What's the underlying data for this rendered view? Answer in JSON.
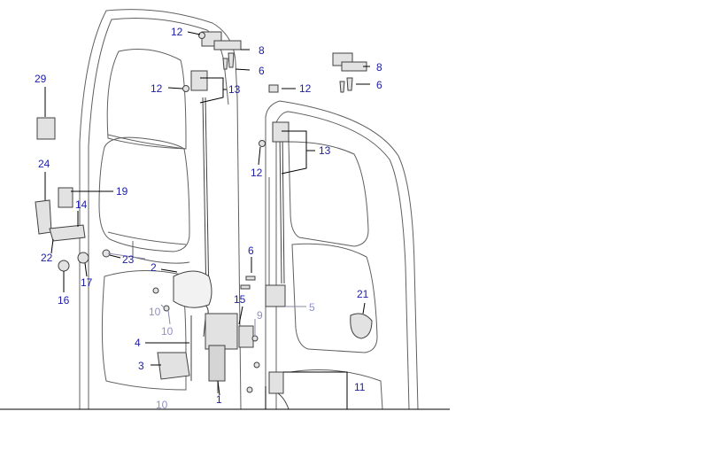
{
  "diagram": {
    "colors": {
      "label": "#1c1ca8",
      "label_faded": "#8f8fcc",
      "outline": "#606060",
      "part_fill": "#e2e2e2"
    },
    "callouts": {
      "c1": "1",
      "c2": "2",
      "c3": "3",
      "c4": "4",
      "c5": "5",
      "c6a": "6",
      "c6b": "6",
      "c6c": "6",
      "c8a": "8",
      "c8b": "8",
      "c9": "9",
      "c10a": "10",
      "c10b": "10",
      "c10c": "10",
      "c11": "11",
      "c12a": "12",
      "c12b": "12",
      "c12c": "12",
      "c12d": "12",
      "c13a": "13",
      "c13b": "13",
      "c14": "14",
      "c15": "15",
      "c16": "16",
      "c17": "17",
      "c19": "19",
      "c21": "21",
      "c22": "22",
      "c23": "23",
      "c24": "24",
      "c29": "29"
    }
  }
}
